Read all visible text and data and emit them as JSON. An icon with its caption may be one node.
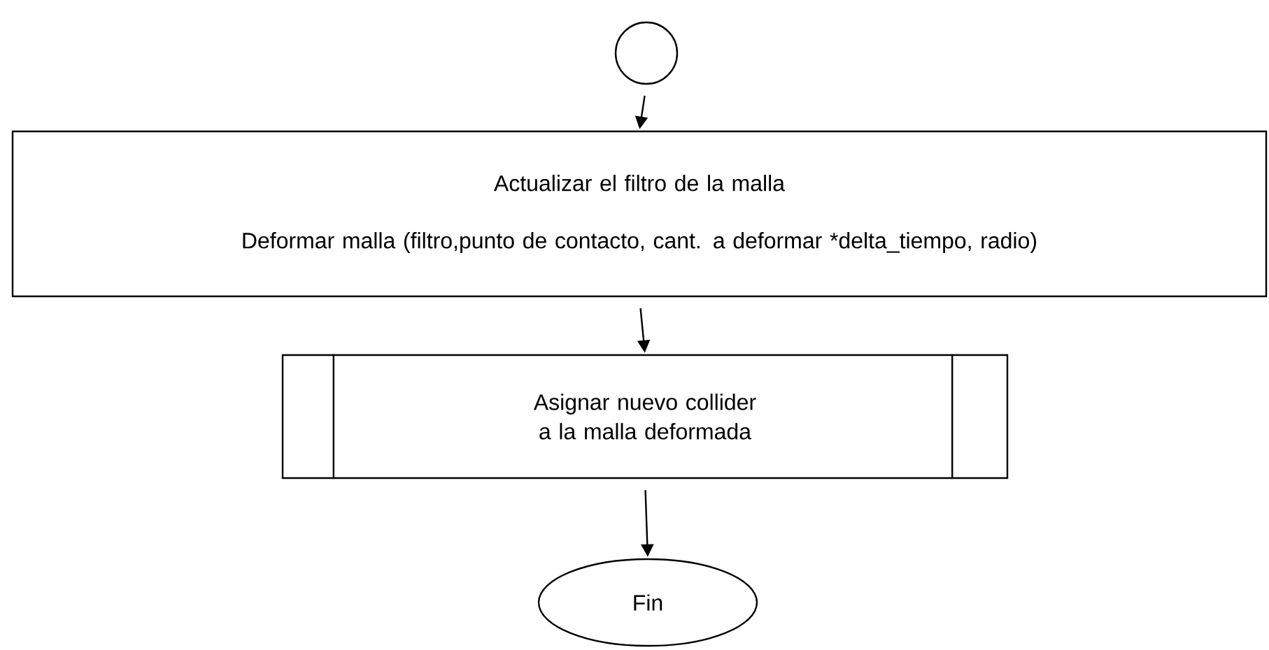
{
  "diagram": {
    "nodes": [
      {
        "text": [],
        "shape": "circle"
      },
      {
        "text": [
          "Actualizar el filtro de la malla",
          "Deformar malla (filtro,punto de contacto, cant. a deformar *delta_tiempo, radio)"
        ]
      },
      {
        "text": [
          "Asignar nuevo collider a la malla deformada"
        ]
      },
      {
        "text": [
          "Fin"
        ]
      }
    ],
    "edges": [
      {
        "from": 0,
        "to": 1,
        "arrow": "to"
      },
      {
        "from": 1,
        "to": 2,
        "arrow": "to"
      },
      {
        "from": 2,
        "to": 3,
        "arrow": "to"
      }
    ]
  }
}
